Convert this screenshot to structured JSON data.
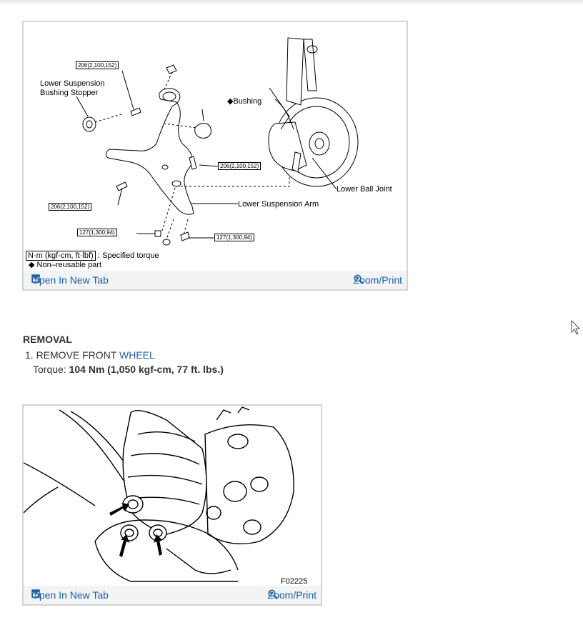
{
  "figure1": {
    "torque_labels": [
      "206(2,100,152)",
      "206(2,100,152)",
      "206(2,100,152)",
      "127(1,300,94)",
      "127(1,300,94)"
    ],
    "labels": {
      "bushing_stopper": "Lower Suspension\nBushing Stopper",
      "bushing": "◆Bushing",
      "ball_joint": "Lower Ball Joint",
      "arm": "Lower Suspension Arm",
      "legend_unit": "N·m (kgf-cm, ft·lbf)",
      "legend_unit_desc": ": Specified torque",
      "legend_nonreusable": "◆ Non–reusable part"
    },
    "open_label": "Open In New Tab",
    "zoom_label": "Zoom/Print",
    "open_icon": "open-in-new-tab-icon",
    "zoom_icon": "zoom-icon"
  },
  "removal": {
    "heading": "REMOVAL",
    "step1_prefix": "1. REMOVE FRONT ",
    "step1_link": "WHEEL",
    "torque_label": "Torque: ",
    "torque_value": "104 Nm (1,050 kgf-cm, 77 ft. lbs.)"
  },
  "figure2": {
    "code": "F02225",
    "open_label": "Open In New Tab",
    "zoom_label": "Zoom/Print",
    "open_icon": "open-in-new-tab-icon",
    "zoom_icon": "zoom-icon"
  }
}
